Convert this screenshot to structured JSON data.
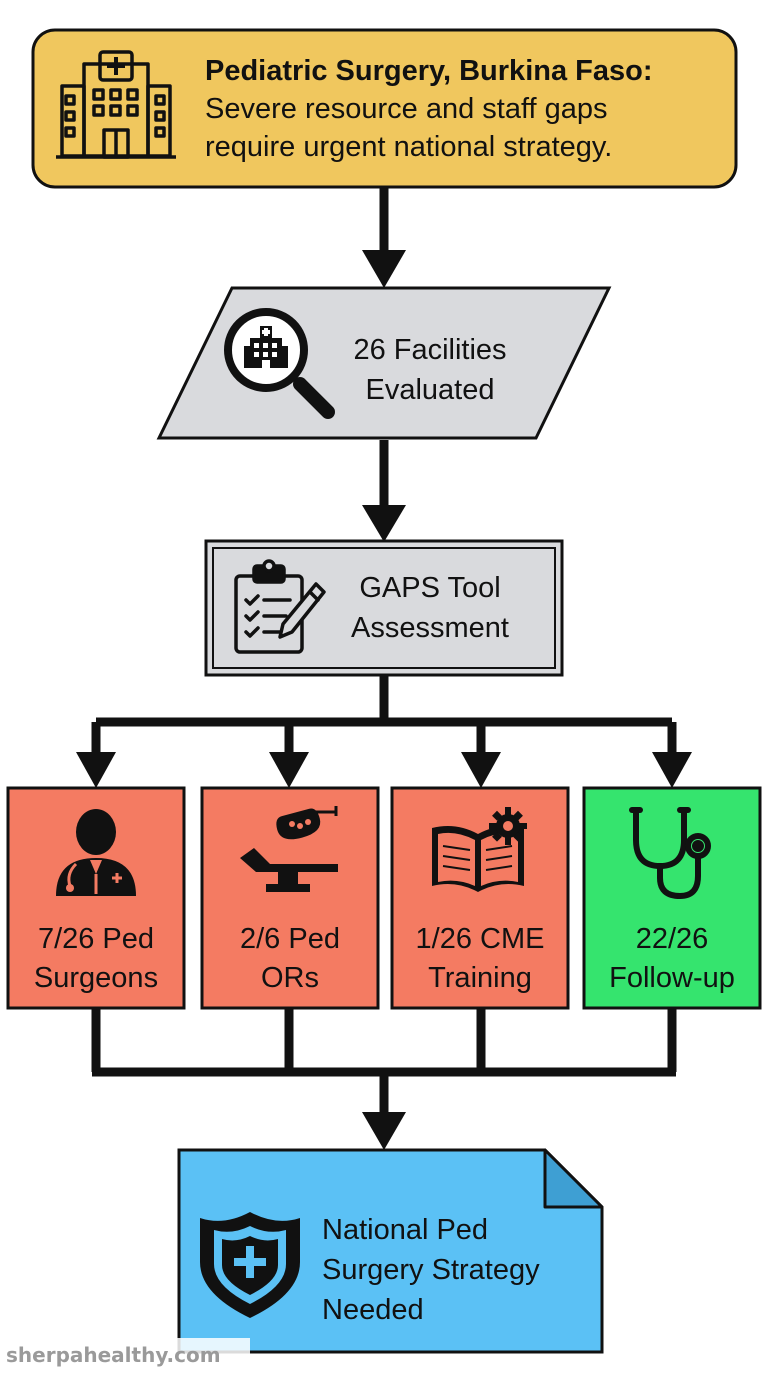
{
  "title": {
    "heading": "Pediatric Surgery, Burkina Faso:",
    "lines": [
      "Severe resource and staff gaps",
      "require urgent national strategy."
    ],
    "icon": "hospital-icon"
  },
  "facilities": {
    "lines": [
      "26 Facilities",
      "Evaluated"
    ],
    "icon": "magnifier-hospital-icon"
  },
  "assessment": {
    "lines": [
      "GAPS Tool",
      "Assessment"
    ],
    "icon": "clipboard-checklist-icon"
  },
  "stats": [
    {
      "lines": [
        "7/26 Ped",
        "Surgeons"
      ],
      "icon": "surgeon-icon",
      "color": "#f47b62"
    },
    {
      "lines": [
        "2/6 Ped",
        "ORs"
      ],
      "icon": "operating-table-icon",
      "color": "#f47b62"
    },
    {
      "lines": [
        "1/26 CME",
        "Training"
      ],
      "icon": "book-gear-icon",
      "color": "#f47b62"
    },
    {
      "lines": [
        "22/26",
        "Follow-up"
      ],
      "icon": "stethoscope-icon",
      "color": "#35e46e"
    }
  ],
  "outcome": {
    "lines": [
      "National Ped",
      "Surgery Strategy",
      "Needed"
    ],
    "icon": "shield-cross-icon"
  },
  "watermark": "sherpahealthy.com",
  "colors": {
    "title_fill": "#f0c75e",
    "facilities_fill": "#d9dadd",
    "assessment_fill": "#d9dadd",
    "alert_fill": "#f47b62",
    "ok_fill": "#35e46e",
    "outcome_fill": "#5bc1f5",
    "stroke": "#111111"
  }
}
